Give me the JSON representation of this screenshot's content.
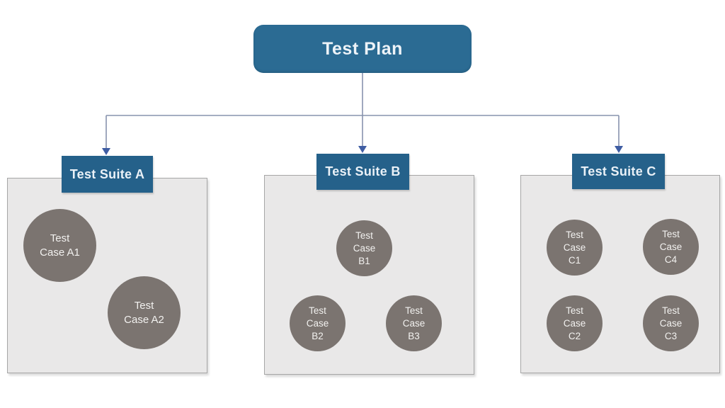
{
  "root": {
    "label": "Test Plan"
  },
  "suites": [
    {
      "label": "Test Suite A",
      "cases": [
        {
          "name": "Test Case A1",
          "lines": [
            "Test",
            "Case A1"
          ]
        },
        {
          "name": "Test Case A2",
          "lines": [
            "Test",
            "Case A2"
          ]
        }
      ]
    },
    {
      "label": "Test Suite B",
      "cases": [
        {
          "name": "Test Case B1",
          "lines": [
            "Test",
            "Case",
            "B1"
          ]
        },
        {
          "name": "Test Case B2",
          "lines": [
            "Test",
            "Case",
            "B2"
          ]
        },
        {
          "name": "Test Case B3",
          "lines": [
            "Test",
            "Case",
            "B3"
          ]
        }
      ]
    },
    {
      "label": "Test Suite C",
      "cases": [
        {
          "name": "Test Case C1",
          "lines": [
            "Test",
            "Case",
            "C1"
          ]
        },
        {
          "name": "Test Case C4",
          "lines": [
            "Test",
            "Case",
            "C4"
          ]
        },
        {
          "name": "Test Case C2",
          "lines": [
            "Test",
            "Case",
            "C2"
          ]
        },
        {
          "name": "Test Case C3",
          "lines": [
            "Test",
            "Case",
            "C3"
          ]
        }
      ]
    }
  ],
  "colors": {
    "root_fill": "#2B6B93",
    "suite_fill": "#25618A",
    "container_fill": "#E9E8E8",
    "container_border": "#A6A6A6",
    "case_fill": "#7B7470",
    "connector_line": "#8793AD",
    "arrowhead": "#3F5DA3",
    "text_on_dark": "#F2F4F6"
  }
}
